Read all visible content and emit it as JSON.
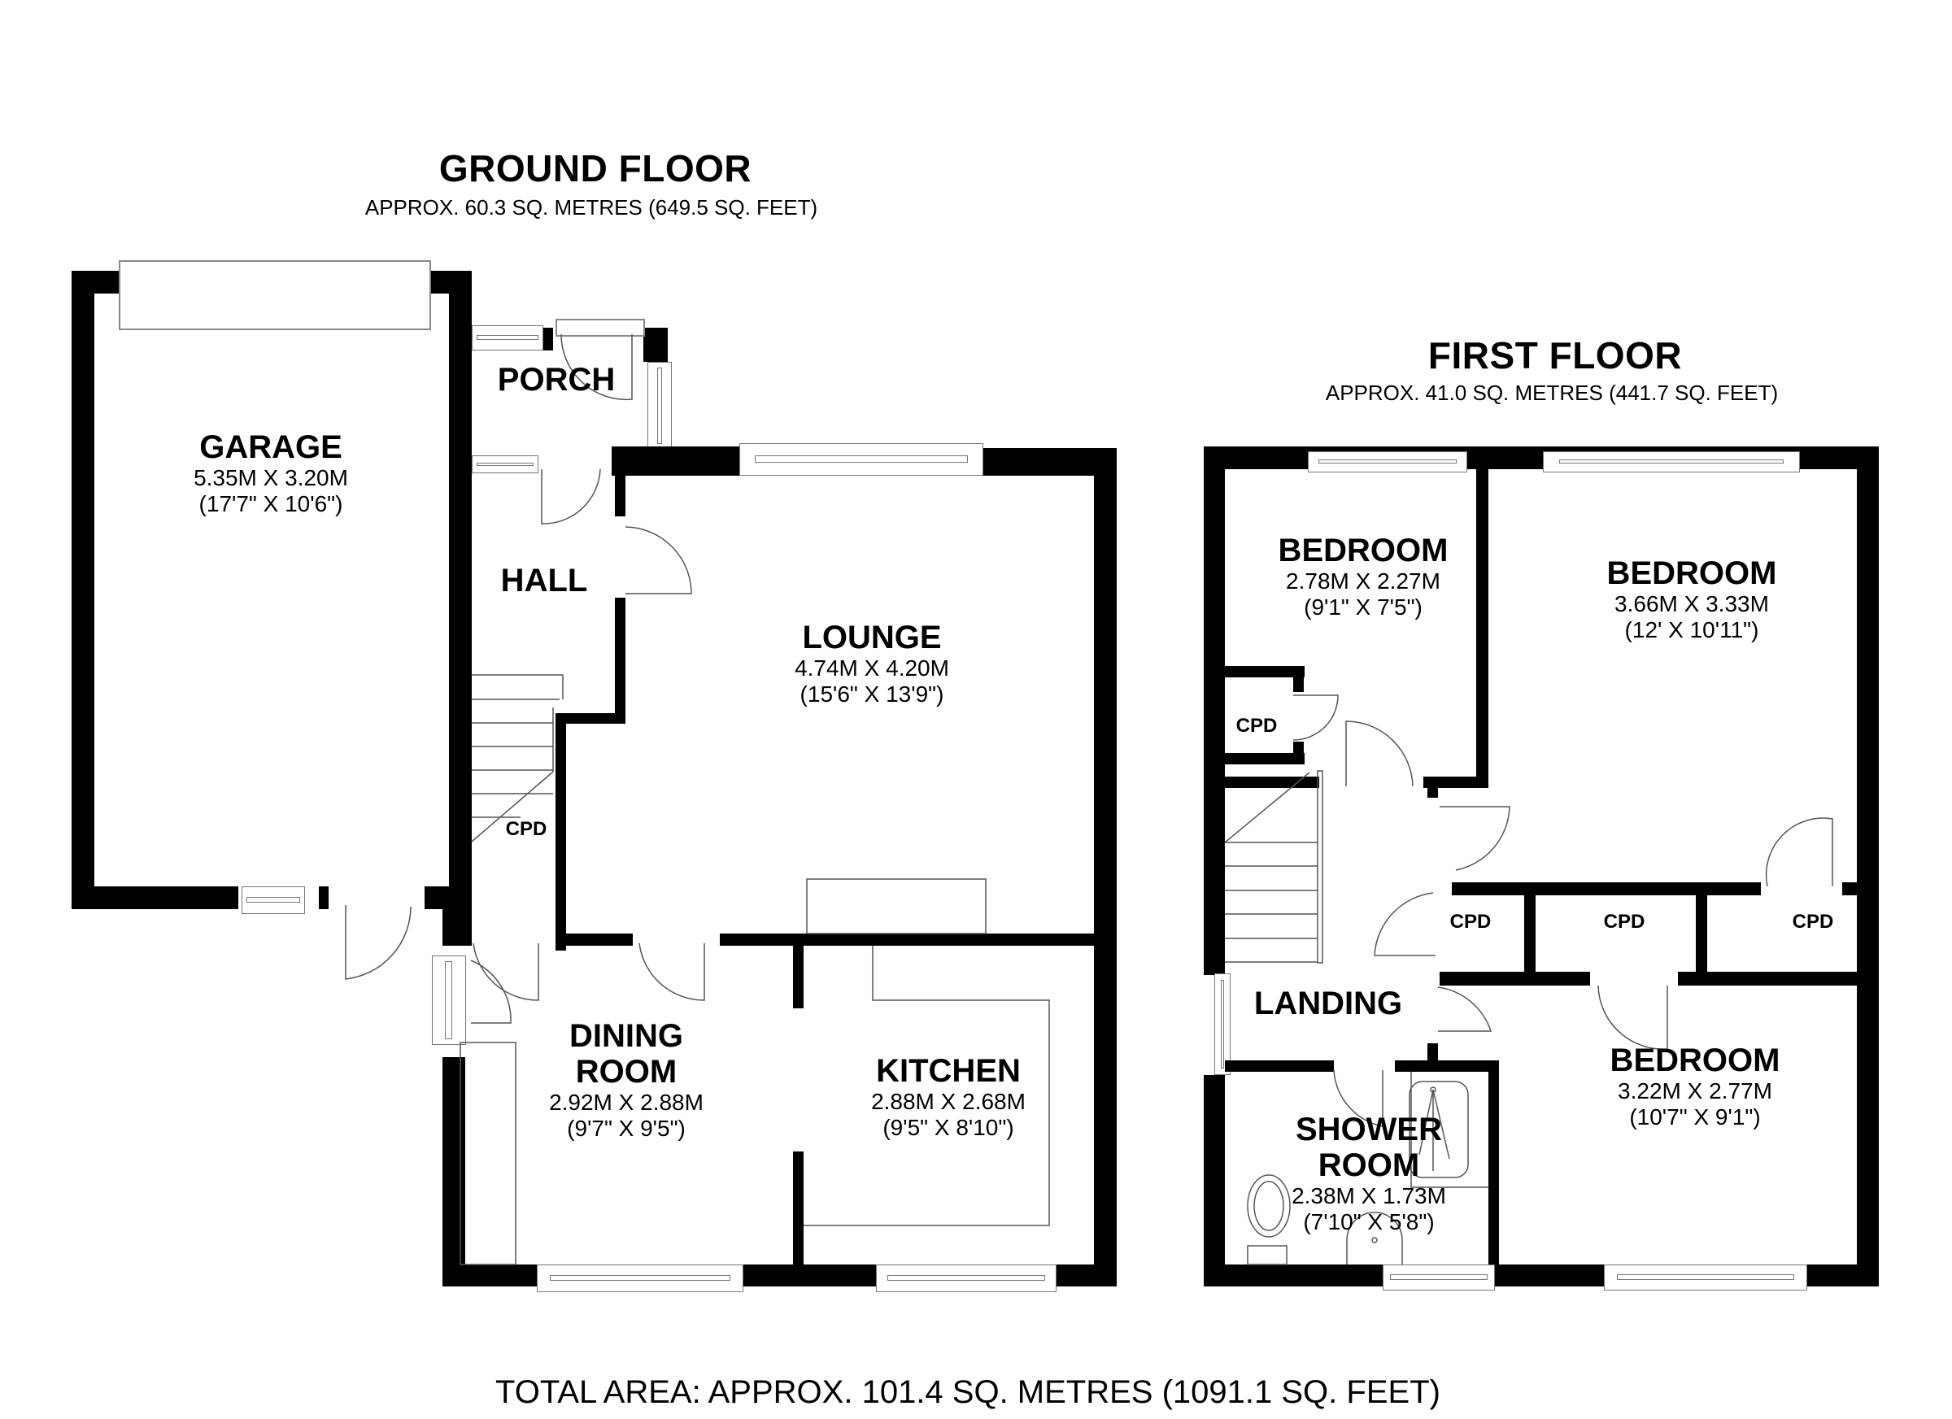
{
  "ground_floor": {
    "title": "GROUND FLOOR",
    "area": "APPROX. 60.3 SQ. METRES (649.5 SQ. FEET)",
    "rooms": {
      "garage": {
        "name": "GARAGE",
        "metric": "5.35M X 3.20M",
        "imperial": "(17'7\" X 10'6\")"
      },
      "porch": {
        "name": "PORCH"
      },
      "hall": {
        "name": "HALL"
      },
      "lounge": {
        "name": "LOUNGE",
        "metric": "4.74M X 4.20M",
        "imperial": "(15'6\" X 13'9\")"
      },
      "dining": {
        "name_line1": "DINING",
        "name_line2": "ROOM",
        "metric": "2.92M X 2.88M",
        "imperial": "(9'7\" X 9'5\")"
      },
      "kitchen": {
        "name": "KITCHEN",
        "metric": "2.88M X 2.68M",
        "imperial": "(9'5\" X 8'10\")"
      },
      "cpd": {
        "name": "CPD"
      }
    }
  },
  "first_floor": {
    "title": "FIRST FLOOR",
    "area": "APPROX. 41.0 SQ. METRES (441.7 SQ. FEET)",
    "rooms": {
      "bedroom1": {
        "name": "BEDROOM",
        "metric": "2.78M X 2.27M",
        "imperial": "(9'1\" X 7'5\")"
      },
      "bedroom2": {
        "name": "BEDROOM",
        "metric": "3.66M X 3.33M",
        "imperial": "(12' X 10'11\")"
      },
      "bedroom3": {
        "name": "BEDROOM",
        "metric": "3.22M X 2.77M",
        "imperial": "(10'7\" X 9'1\")"
      },
      "landing": {
        "name": "LANDING"
      },
      "shower": {
        "name_line1": "SHOWER",
        "name_line2": "ROOM",
        "metric": "2.38M X 1.73M",
        "imperial": "(7'10\" X 5'8\")"
      },
      "cpds": [
        "CPD",
        "CPD",
        "CPD",
        "CPD"
      ]
    }
  },
  "total_area": "TOTAL AREA: APPROX. 101.4 SQ. METRES (1091.1 SQ. FEET)",
  "colors": {
    "wall": "#000000",
    "background": "#ffffff",
    "fixture_line": "#777777"
  }
}
